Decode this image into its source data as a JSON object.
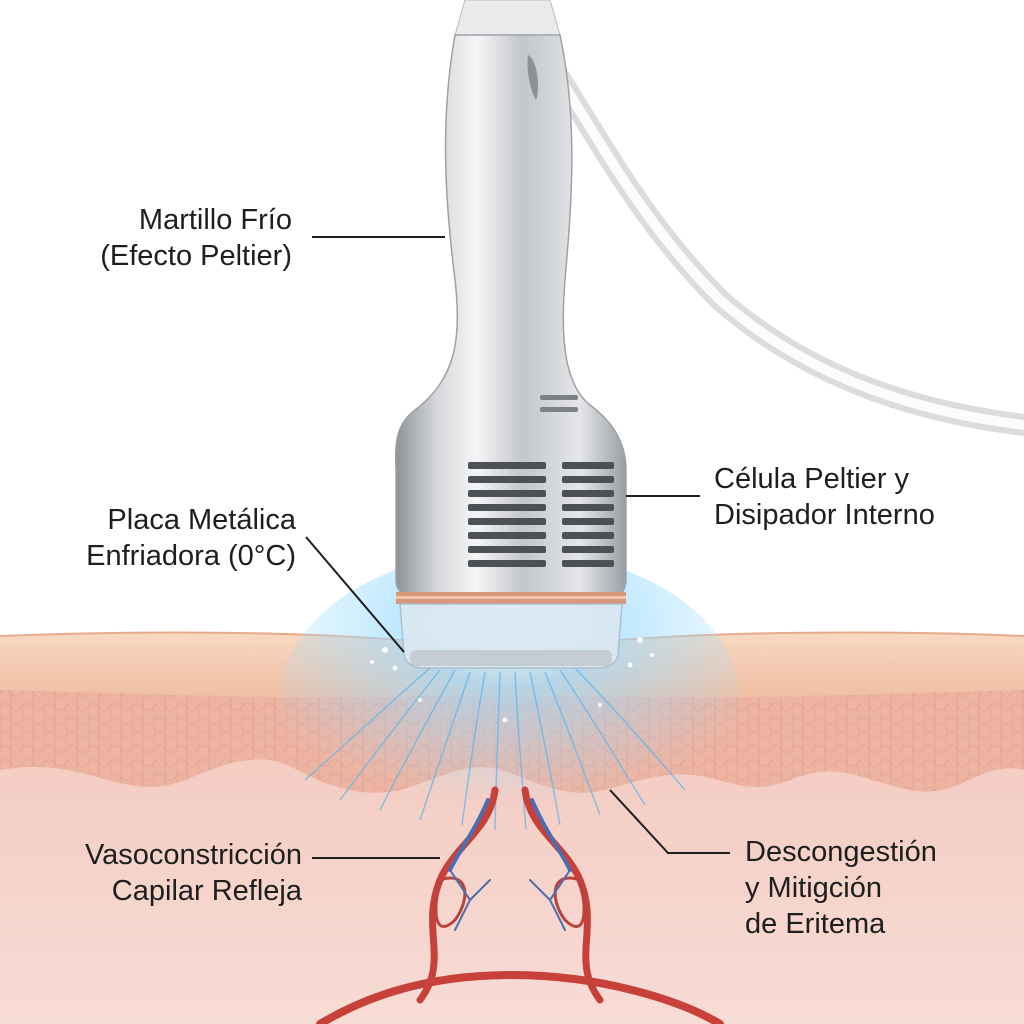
{
  "labels": {
    "hammer": {
      "line1": "Martillo Frío",
      "line2": "(Efecto Peltier)"
    },
    "plate": {
      "line1": "Placa Metálica",
      "line2": "Enfriadora (0°C)"
    },
    "peltier": {
      "line1": "Célula Peltier y",
      "line2": "Disipador Interno"
    },
    "vaso": {
      "line1": "Vasoconstricción",
      "line2": "Capilar Refleja"
    },
    "decong": {
      "line1": "Descongestión",
      "line2": "y Mitigción",
      "line3": "de Eritema"
    }
  },
  "colors": {
    "device_metal": "#c9ccd0",
    "copper_ring": "#d9967a",
    "skin_surface": "#f5c9ae",
    "epidermis": "#eeb7a6",
    "dermis": "#f4cfc6",
    "vessel_red": "#c8403a",
    "vessel_blue": "#4a6fb0",
    "cold_glow": "#8fd3ff",
    "leader_line": "#1e1e1e"
  },
  "icons": {
    "vents": "vent-grille-icon",
    "cable": "power-cable-icon"
  }
}
